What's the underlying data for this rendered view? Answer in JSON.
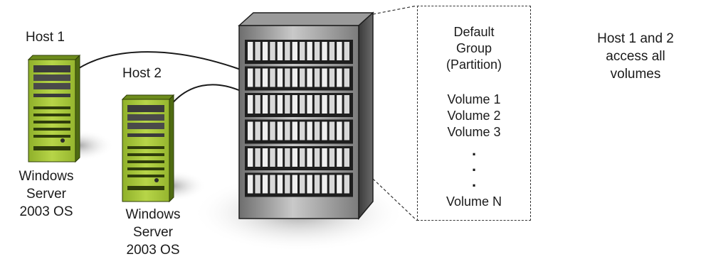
{
  "hosts": [
    {
      "label": "Host 1",
      "os_lines": [
        "Windows",
        "Server",
        "2003 OS"
      ]
    },
    {
      "label": "Host 2",
      "os_lines": [
        "Windows",
        "Server",
        "2003 OS"
      ]
    }
  ],
  "volume_group": {
    "name_lines": [
      "Default",
      "Group",
      "(Partition)"
    ],
    "volumes": [
      "Volume 1",
      "Volume 2",
      "Volume 3"
    ],
    "ellipsis": [
      ".",
      ".",
      "."
    ],
    "last_volume": "Volume N"
  },
  "note_lines": [
    "Host 1 and 2",
    "access all",
    "volumes"
  ],
  "colors": {
    "server_green": "#a8c63a",
    "server_dark": "#4f6b12",
    "cabinet": "#8a8a8a",
    "line": "#1a1a1a"
  }
}
